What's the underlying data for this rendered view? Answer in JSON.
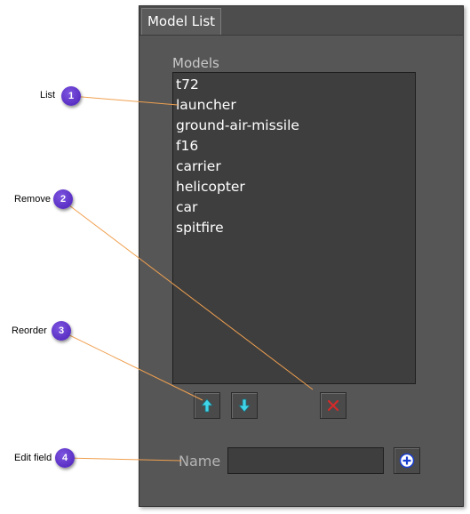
{
  "panel": {
    "tab_label": "Model List",
    "models_label": "Models",
    "models": [
      "t72",
      "launcher",
      "ground-air-missile",
      "f16",
      "carrier",
      "helicopter",
      "car",
      "spitfire"
    ],
    "name_label": "Name",
    "name_value": ""
  },
  "callouts": [
    {
      "number": "1",
      "label": "List"
    },
    {
      "number": "2",
      "label": "Remove"
    },
    {
      "number": "3",
      "label": "Reorder"
    },
    {
      "number": "4",
      "label": "Edit field"
    }
  ],
  "colors": {
    "panel_bg": "#565656",
    "list_bg": "#3e3e3e",
    "badge": "#5a2fc4",
    "leader_line": "#f0a050",
    "arrow_icon": "#3fd4e8",
    "remove_icon": "#d42a2a",
    "add_icon": "#1a3fd0"
  },
  "icons": {
    "move_up": "arrow-up-icon",
    "move_down": "arrow-down-icon",
    "remove": "x-icon",
    "add": "plus-circle-icon"
  }
}
